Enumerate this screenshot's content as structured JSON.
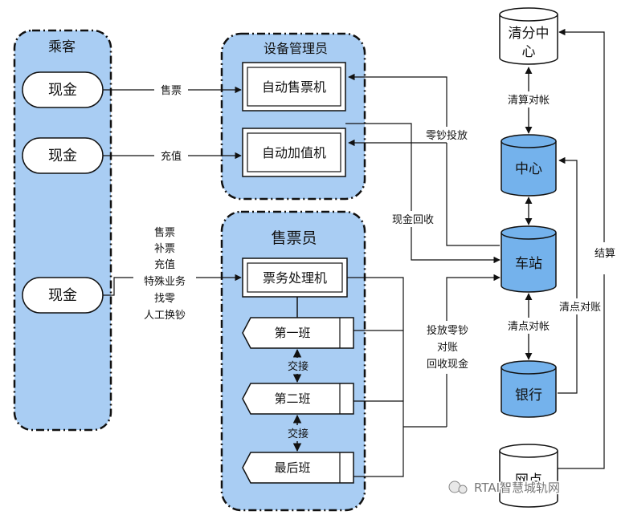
{
  "groups": {
    "passenger": "乘客",
    "device_admin": "设备管理员",
    "ticket_seller": "售票员"
  },
  "nodes": {
    "cash1": "现金",
    "cash2": "现金",
    "cash3": "现金",
    "tvm": "自动售票机",
    "avm": "自动加值机",
    "bom": "票务处理机",
    "shift1": "第一班",
    "shift2": "第二班",
    "shift_last": "最后班",
    "clearing_line1": "清分中",
    "clearing_line2": "心",
    "center": "中心",
    "station": "车站",
    "bank": "银行",
    "outlet": "网点"
  },
  "edges": {
    "sell": "售票",
    "topup": "充值",
    "seller_ops": [
      "售票",
      "补票",
      "充值",
      "特殊业务",
      "找零",
      "人工换钞"
    ],
    "handover1": "交接",
    "handover2": "交接",
    "change_deploy": "零钞投放",
    "cash_recover": "现金回收",
    "station_ops": [
      "投放零钞",
      "对账",
      "回收现金"
    ],
    "clearing_reconcile": "清算对帐",
    "count_reconcile_1": "清点对帐",
    "count_reconcile_2": "清点对账",
    "settle": "结算"
  },
  "watermark": "RTAI智慧城轨网",
  "colors": {
    "group_fill": "#a9cdf3",
    "group_border": "#111111",
    "cylinder_fill": "#74b2ec",
    "box_fill": "#ffffff",
    "line": "#111111"
  }
}
